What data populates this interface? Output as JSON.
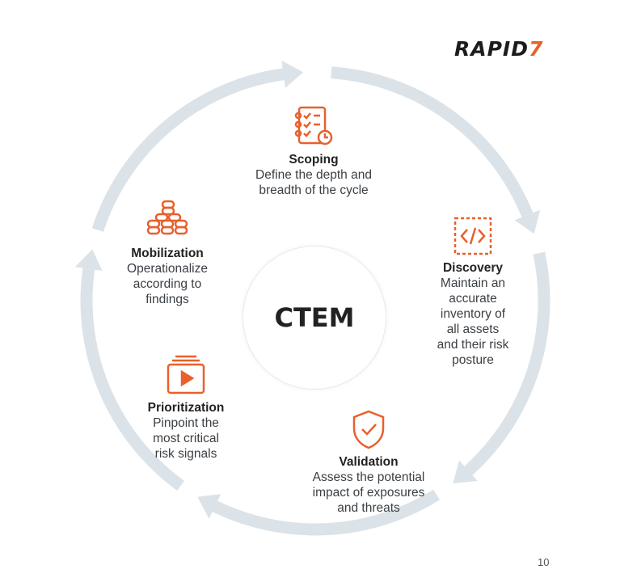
{
  "logo": {
    "text": "RAPID",
    "mark": "7"
  },
  "center_label": "CTEM",
  "stages": [
    {
      "id": "scoping",
      "title": "Scoping",
      "description": "Define the depth and\nbreadth of the cycle",
      "icon": "checklist-clock-icon"
    },
    {
      "id": "discovery",
      "title": "Discovery",
      "description": "Maintain an\naccurate\ninventory of\nall assets\nand their risk\nposture",
      "icon": "code-brackets-icon"
    },
    {
      "id": "validation",
      "title": "Validation",
      "description": "Assess the potential\nimpact of exposures\nand threats",
      "icon": "shield-check-icon"
    },
    {
      "id": "prioritization",
      "title": "Prioritization",
      "description": "Pinpoint the\nmost critical\nrisk signals",
      "icon": "play-stack-icon"
    },
    {
      "id": "mobilization",
      "title": "Mobilization",
      "description": "Operationalize\naccording to\nfindings",
      "icon": "coin-stacks-icon"
    }
  ],
  "page_number": "10",
  "colors": {
    "accent": "#e8602c",
    "ring": "#dbe3e8",
    "text": "#3a3f44"
  }
}
